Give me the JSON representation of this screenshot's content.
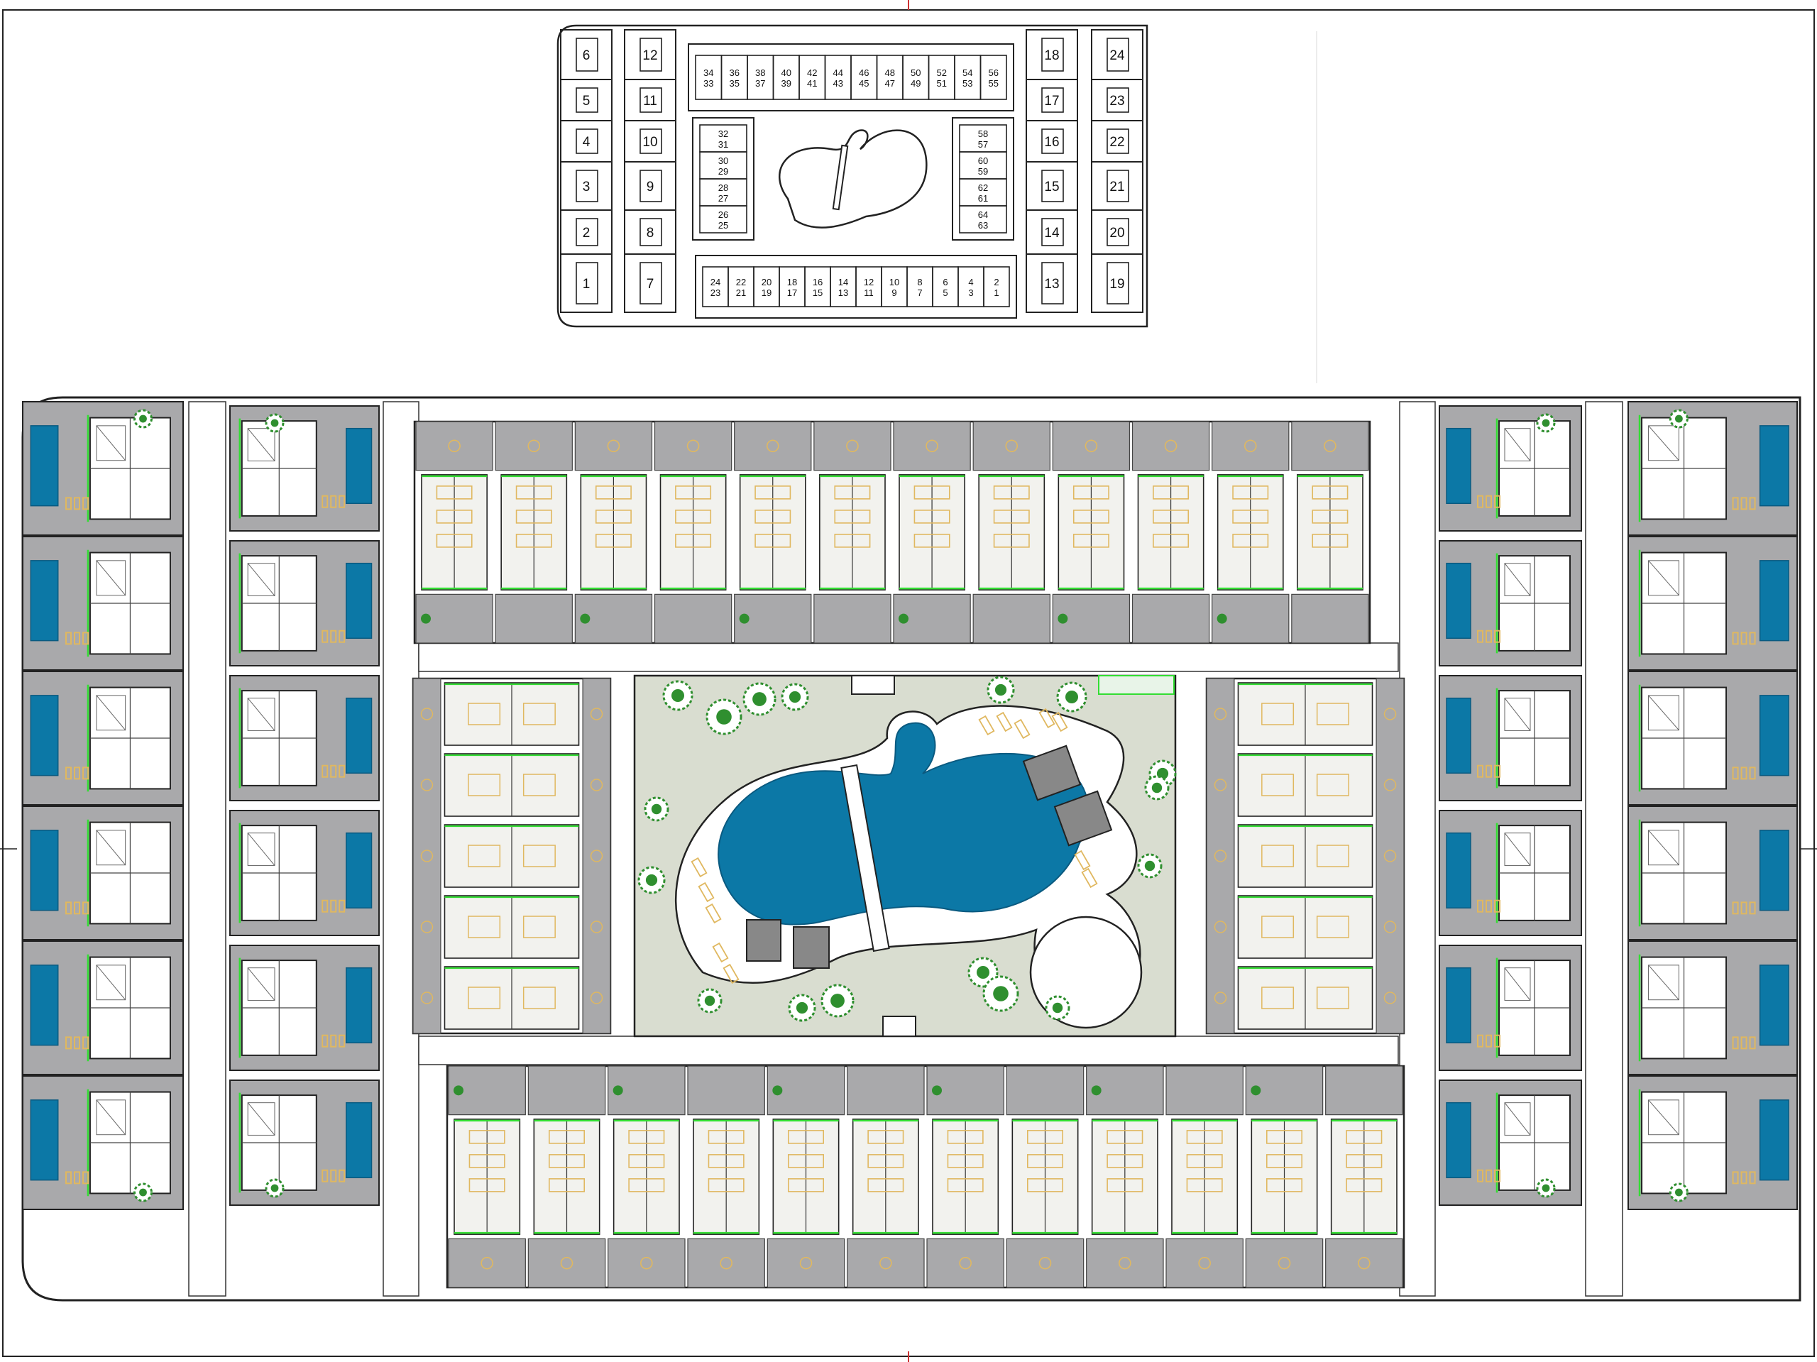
{
  "colors": {
    "line": "#1a1a1a",
    "paving": "#a9a9ab",
    "garden": "#d8ddd0",
    "water": "#0c78a6",
    "accent_green": "#33dd33",
    "furniture": "#e0b860",
    "tree": "#2f8f2f",
    "deck": "#f2f2ee",
    "frame_red": "#cc3333"
  },
  "key_plan": {
    "left_column_1": [
      "6",
      "5",
      "4",
      "3",
      "2",
      "1"
    ],
    "left_column_2": [
      "12",
      "11",
      "10",
      "9",
      "8",
      "7"
    ],
    "right_column_1": [
      "18",
      "17",
      "16",
      "15",
      "14",
      "13"
    ],
    "right_column_2": [
      "24",
      "23",
      "22",
      "21",
      "20",
      "19"
    ],
    "top_row": [
      {
        "top": "34",
        "bottom": "33"
      },
      {
        "top": "36",
        "bottom": "35"
      },
      {
        "top": "38",
        "bottom": "37"
      },
      {
        "top": "40",
        "bottom": "39"
      },
      {
        "top": "42",
        "bottom": "41"
      },
      {
        "top": "44",
        "bottom": "43"
      },
      {
        "top": "46",
        "bottom": "45"
      },
      {
        "top": "48",
        "bottom": "47"
      },
      {
        "top": "50",
        "bottom": "49"
      },
      {
        "top": "52",
        "bottom": "51"
      },
      {
        "top": "54",
        "bottom": "53"
      },
      {
        "top": "56",
        "bottom": "55"
      }
    ],
    "left_block": [
      {
        "top": "32",
        "bottom": "31"
      },
      {
        "top": "30",
        "bottom": "29"
      },
      {
        "top": "28",
        "bottom": "27"
      },
      {
        "top": "26",
        "bottom": "25"
      }
    ],
    "right_block": [
      {
        "top": "58",
        "bottom": "57"
      },
      {
        "top": "60",
        "bottom": "59"
      },
      {
        "top": "62",
        "bottom": "61"
      },
      {
        "top": "64",
        "bottom": "63"
      }
    ],
    "bottom_row": [
      {
        "top": "24",
        "bottom": "23"
      },
      {
        "top": "22",
        "bottom": "21"
      },
      {
        "top": "20",
        "bottom": "19"
      },
      {
        "top": "18",
        "bottom": "17"
      },
      {
        "top": "16",
        "bottom": "15"
      },
      {
        "top": "14",
        "bottom": "13"
      },
      {
        "top": "12",
        "bottom": "11"
      },
      {
        "top": "10",
        "bottom": "9"
      },
      {
        "top": "8",
        "bottom": "7"
      },
      {
        "top": "6",
        "bottom": "5"
      },
      {
        "top": "4",
        "bottom": "3"
      },
      {
        "top": "2",
        "bottom": "1"
      }
    ]
  },
  "site_plan": {
    "left_villas_outer": 6,
    "left_villas_inner": 6,
    "right_villas_inner": 6,
    "right_villas_outer": 6,
    "top_townhouses": 12,
    "bottom_townhouses": 12,
    "side_block_units": 5
  }
}
